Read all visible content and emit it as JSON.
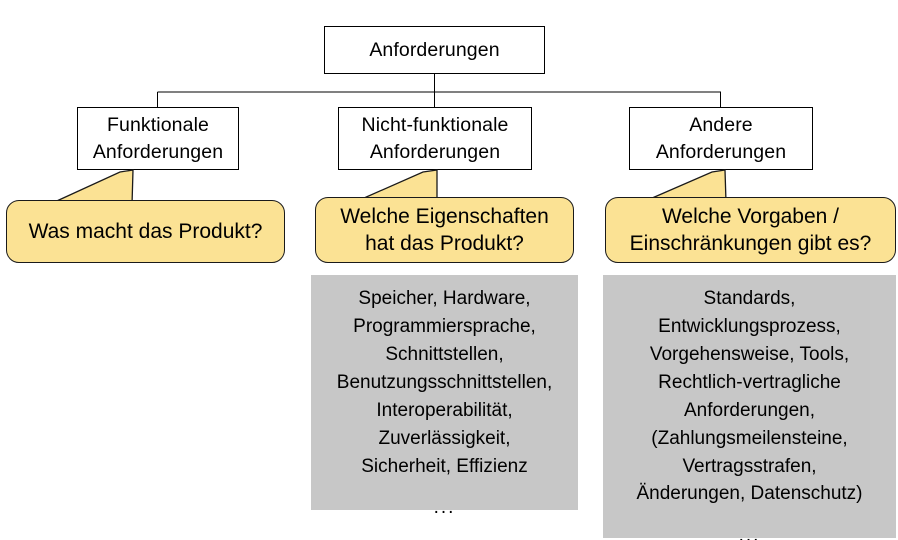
{
  "diagram": {
    "title_node": {
      "label": "Anforderungen"
    },
    "branches": [
      {
        "key": "funktionale",
        "node_label": "Funktionale\nAnforderungen",
        "callout_text": "Was macht das Produkt?",
        "detail_text": null,
        "detail_ellipsis": null
      },
      {
        "key": "nicht-funktionale",
        "node_label": "Nicht-funktionale\nAnforderungen",
        "callout_text": "Welche Eigenschaften\nhat das Produkt?",
        "detail_text": "Speicher, Hardware,\nProgrammiersprache,\nSchnittstellen,\nBenutzungsschnittstellen,\nInteroperabilität,\nZuverlässigkeit,\nSicherheit, Effizienz",
        "detail_ellipsis": "..."
      },
      {
        "key": "andere",
        "node_label": "Andere\nAnforderungen",
        "callout_text": "Welche Vorgaben /\nEinschränkungen gibt es?",
        "detail_text": "Standards,\nEntwicklungsprozess,\nVorgehensweise, Tools,\nRechtlich-vertragliche\nAnforderungen,\n(Zahlungsmeilensteine,\nVertragsstrafen,\nÄnderungen, Datenschutz)",
        "detail_ellipsis": "..."
      }
    ]
  },
  "colors": {
    "callout_fill": "#fbe294",
    "callout_stroke": "#1a1a1a",
    "detail_fill": "#c7c7c7",
    "node_stroke": "#000000",
    "node_fill": "#ffffff",
    "background": "#ffffff",
    "text": "#000000"
  }
}
